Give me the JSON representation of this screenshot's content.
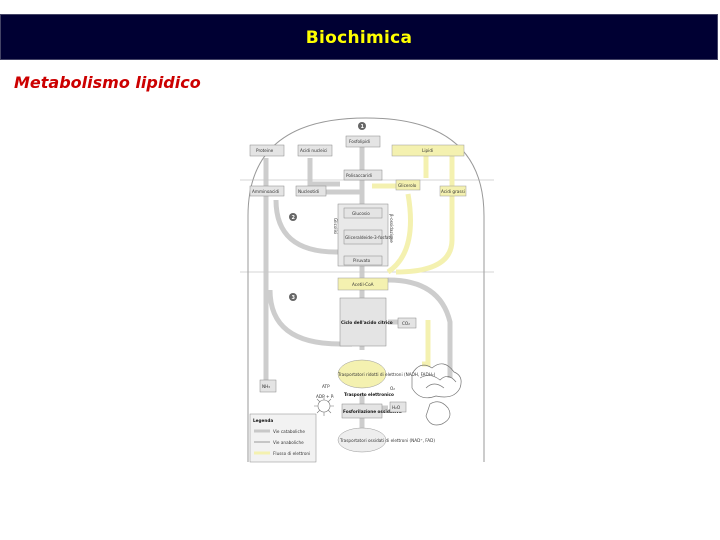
{
  "header": {
    "title": "Biochimica"
  },
  "slide": {
    "subtitle": "Metabolismo lipidico"
  },
  "diagram": {
    "stage_numbers": [
      "1",
      "2",
      "3"
    ],
    "boxes": {
      "fosfolipidi": "Fosfolipidi",
      "lipidi": "Lipidi",
      "proteine": "Proteine",
      "acidi_nucleici": "Acidi nucleici",
      "polisaccaridi": "Polisaccaridi",
      "glicerolo": "Glicerolo",
      "acidi_grassi": "Acidi grassi",
      "aminoacidi": "Amminoacidi",
      "nucleotidi": "Nucleotidi",
      "glucosio": "Glucosio",
      "gliceraldeide": "Gliceraldeide-3-fosfato",
      "piruvato": "Piruvato",
      "acetil_coa": "Acetil-CoA",
      "ciclo": "Ciclo dell'acido citrico",
      "co2": "CO₂",
      "trasportatori": "Trasportatori ridotti di elettroni (NADH, FADH₂)",
      "nh3": "NH₃",
      "trasporto": "Trasporto elettronico",
      "fosforilazione": "Fosforilazione ossidativa",
      "trasportatori_ox": "Trasportatori ossidati di elettroni (NAD⁺, FAD)",
      "h2o": "H₂O",
      "o2": "O₂",
      "atp": "ATP",
      "adp": "ADP + Pᵢ"
    },
    "side_labels": {
      "left": "Glicolisi",
      "right": "β-ossidazione"
    },
    "legend": {
      "title": "Legenda",
      "items": [
        "Vie cataboliche",
        "Vie anaboliche",
        "Flusso di elettroni"
      ]
    },
    "colors": {
      "highlight": "#f4f1b0",
      "box": "#e4e4e4",
      "arrow": "#c8c8c8"
    }
  }
}
